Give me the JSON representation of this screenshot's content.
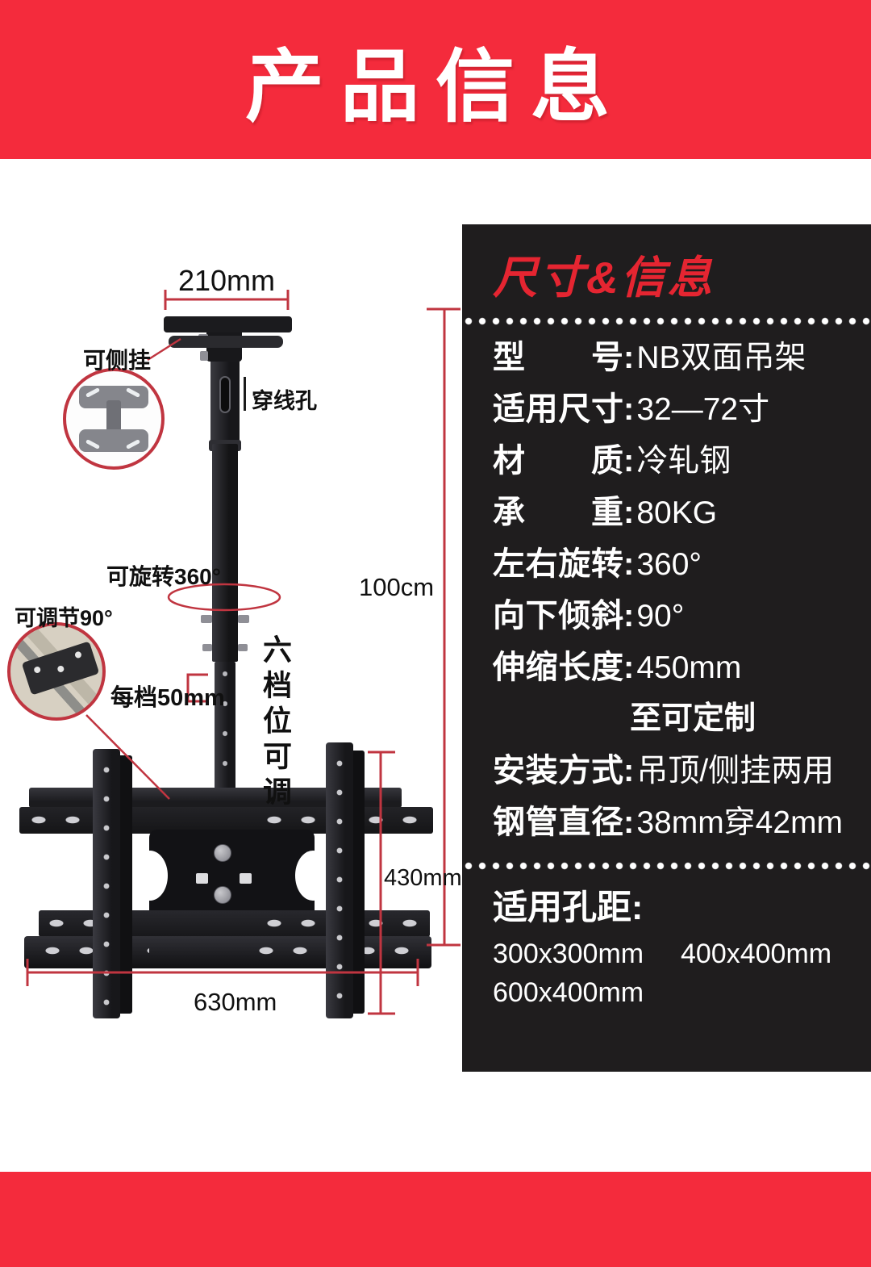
{
  "colors": {
    "banner_red": "#f42b3c",
    "panel_black": "#1f1d1e",
    "dimension_red": "#c03540",
    "panel_title_red": "#e52531"
  },
  "header": {
    "title": "产品信息"
  },
  "panel": {
    "title": "尺寸&信息",
    "colon": ":",
    "specs": [
      {
        "label": "型号",
        "value": "NB双面吊架"
      },
      {
        "label": "适用尺寸",
        "value": "32—72寸"
      },
      {
        "label": "材质",
        "value": "冷轧钢"
      },
      {
        "label": "承重",
        "value": "80KG"
      },
      {
        "label": "左右旋转",
        "value": "360°"
      },
      {
        "label": "向下倾斜",
        "value": "90°"
      },
      {
        "label": "伸缩长度",
        "value": "450mm"
      },
      {
        "label": "安装方式",
        "value": "吊顶/侧挂两用"
      },
      {
        "label": "钢管直径",
        "value": "38mm穿42mm"
      }
    ],
    "extend_note": "至可定制",
    "holes": {
      "heading": "适用孔距:",
      "items": [
        "300x300mm",
        "400x400mm",
        "600x400mm"
      ]
    }
  },
  "diagram": {
    "top_width": "210mm",
    "pole_height": "100cm",
    "bracket_height": "430mm",
    "bracket_width": "630mm",
    "side_hang": "可侧挂",
    "cable_hole": "穿线孔",
    "rotate": "可旋转360°",
    "tilt": "可调节90°",
    "step": "每档50mm",
    "six_levels": "六档位可调"
  }
}
